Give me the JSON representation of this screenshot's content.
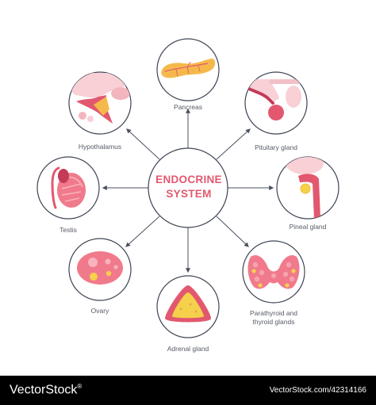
{
  "center": {
    "line1": "ENDOCRINE",
    "line2": "SYSTEM"
  },
  "glands": {
    "pancreas": "Pancreas",
    "pituitary": "Pituitary gland",
    "pineal": "Pineal gland",
    "parathyroid_l1": "Parathyroid and",
    "parathyroid_l2": "thyroid glands",
    "adrenal": "Adrenal gland",
    "ovary": "Ovary",
    "testis": "Testis",
    "hypothalamus": "Hypothalamus"
  },
  "footer": {
    "brand": "VectorStock",
    "registered": "®",
    "image_id": "VectorStock.com/42314166"
  },
  "colors": {
    "accent": "#e2586f",
    "ring": "#3d4454",
    "arrow": "#4a5060",
    "footer": "#000000"
  }
}
